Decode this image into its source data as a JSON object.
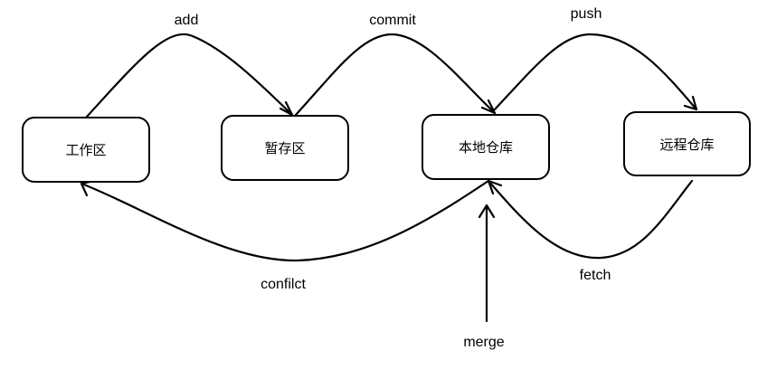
{
  "nodes": {
    "working_dir": "工作区",
    "staging": "暂存区",
    "local_repo": "本地仓库",
    "remote_repo": "远程仓库"
  },
  "edges": {
    "add": "add",
    "commit": "commit",
    "push": "push",
    "fetch": "fetch",
    "conflict": "confilct",
    "merge": "merge"
  },
  "colors": {
    "stroke": "#000000",
    "background": "#ffffff"
  }
}
